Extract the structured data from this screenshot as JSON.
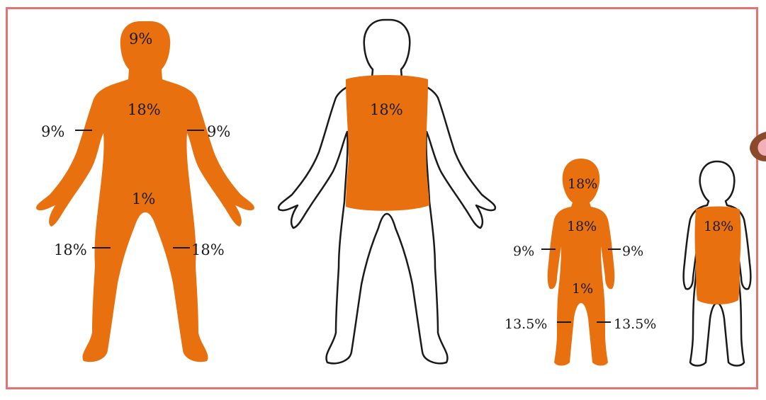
{
  "colors": {
    "burn_region": "#e8700f",
    "frame": "#e57373",
    "outline": "#1a1a1a"
  },
  "adult_front": {
    "head": "9%",
    "torso": "18%",
    "left_arm": "9%",
    "right_arm": "9%",
    "perineum": "1%",
    "left_leg": "18%",
    "right_leg": "18%"
  },
  "adult_back": {
    "back": "18%"
  },
  "child_front": {
    "head": "18%",
    "torso": "18%",
    "left_arm": "9%",
    "right_arm": "9%",
    "perineum": "1%",
    "left_leg": "13.5%",
    "right_leg": "13.5%"
  },
  "child_back": {
    "back": "18%"
  }
}
